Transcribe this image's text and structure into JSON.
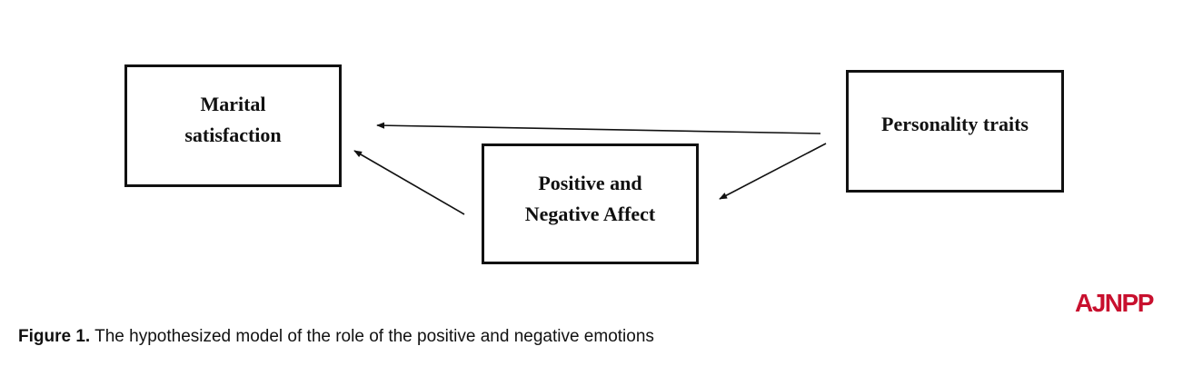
{
  "nodes": {
    "marital": {
      "line1": "Marital",
      "line2": "satisfaction"
    },
    "affect": {
      "line1": "Positive and",
      "line2": "Negative Affect"
    },
    "personality": {
      "label": "Personality traits"
    }
  },
  "edges": [
    {
      "from": "personality",
      "to": "marital"
    },
    {
      "from": "personality",
      "to": "affect"
    },
    {
      "from": "affect",
      "to": "marital"
    }
  ],
  "brand": {
    "text": "AJNPP",
    "color": "#c8102e"
  },
  "caption": {
    "label": "Figure 1.",
    "text": " The hypothesized model of the role of the positive and negative emotions"
  }
}
